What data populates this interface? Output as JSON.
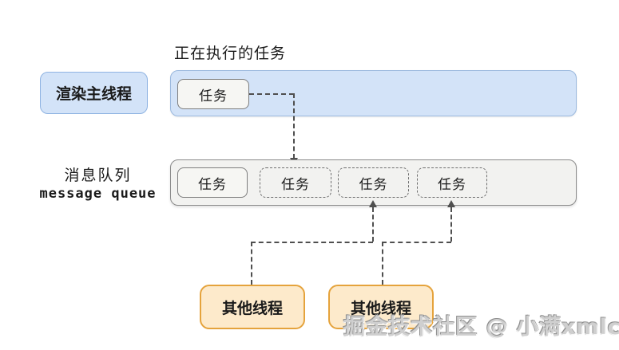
{
  "diagram": {
    "title": "正在执行的任务",
    "render_main_thread": {
      "label": "渲染主线程"
    },
    "executing_task": {
      "label": "任务"
    },
    "message_queue": {
      "label_zh": "消息队列",
      "label_en": "message queue",
      "tasks": [
        {
          "label": "任务",
          "border": "solid"
        },
        {
          "label": "任务",
          "border": "dashed"
        },
        {
          "label": "任务",
          "border": "dashed"
        },
        {
          "label": "任务",
          "border": "dashed"
        }
      ]
    },
    "other_threads": [
      {
        "label": "其他线程"
      },
      {
        "label": "其他线程"
      }
    ],
    "watermark": "掘金技术社区 @ 小满xmlc",
    "colors": {
      "thread_fill": "#d3e3f8",
      "thread_border": "#8fb3e2",
      "queue_fill": "#f2f2f0",
      "queue_border": "#8a8a8a",
      "task_fill": "#f6f6f3",
      "task_border": "#7d7d7d",
      "other_thread_fill": "#fdeacb",
      "other_thread_border": "#e5a33c",
      "connector": "#4f4f4f",
      "text": "#1a1a1a",
      "watermark_gray": "#cfcfcf"
    }
  }
}
